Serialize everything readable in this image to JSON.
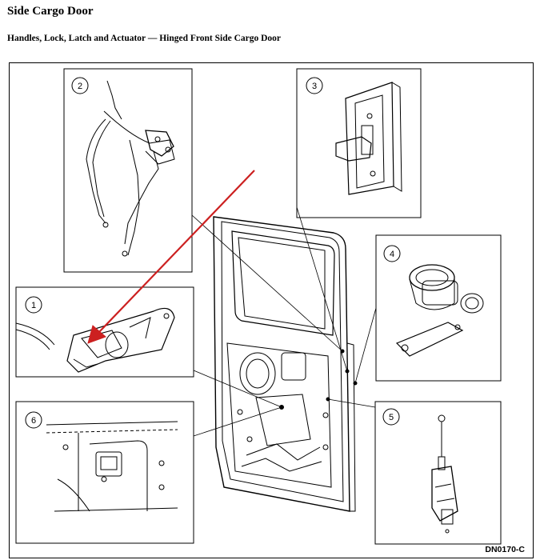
{
  "page": {
    "title": "Side Cargo Door",
    "subtitle": "Handles, Lock, Latch and Actuator — Hinged Front Side Cargo Door"
  },
  "figure": {
    "id": "DN0170-C",
    "callouts": [
      {
        "number": "1",
        "component": "inside handle / latch remote"
      },
      {
        "number": "2",
        "component": "latch with rods"
      },
      {
        "number": "3",
        "component": "striker / latch"
      },
      {
        "number": "4",
        "component": "lock cylinder"
      },
      {
        "number": "5",
        "component": "actuator"
      },
      {
        "number": "6",
        "component": "door panel interior"
      }
    ],
    "colors": {
      "line": "#000000",
      "arrow": "#cc2020",
      "background": "#ffffff"
    }
  }
}
